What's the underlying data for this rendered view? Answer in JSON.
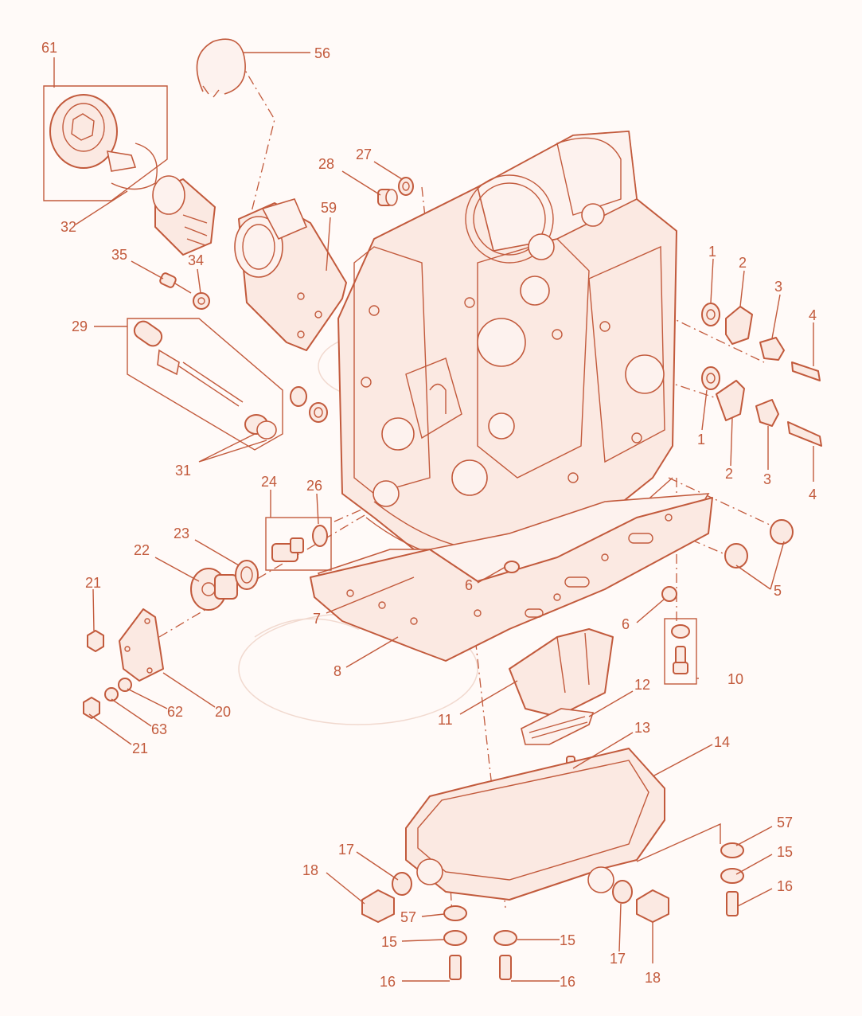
{
  "diagram": {
    "accent_color": "#c25a3c",
    "callouts": {
      "c61": "61",
      "c56": "56",
      "c32": "32",
      "c27": "27",
      "c28": "28",
      "c59": "59",
      "c35": "35",
      "c34": "34",
      "c29": "29",
      "c31": "31",
      "c1a": "1",
      "c2a": "2",
      "c3a": "3",
      "c4a": "4",
      "c1b": "1",
      "c2b": "2",
      "c3b": "3",
      "c4b": "4",
      "c5": "5",
      "c24": "24",
      "c26": "26",
      "c23": "23",
      "c22": "22",
      "c21a": "21",
      "c6a": "6",
      "c6b": "6",
      "c7": "7",
      "c8": "8",
      "c10": "10",
      "c11": "11",
      "c12": "12",
      "c13": "13",
      "c14": "14",
      "c20": "20",
      "c62": "62",
      "c63": "63",
      "c21b": "21",
      "c57a": "57",
      "c15a": "15",
      "c16a": "16",
      "c17a": "17",
      "c18a": "18",
      "c57b": "57",
      "c15b": "15",
      "c15c": "15",
      "c16b": "16",
      "c16c": "16",
      "c17b": "17",
      "c18b": "18"
    }
  }
}
